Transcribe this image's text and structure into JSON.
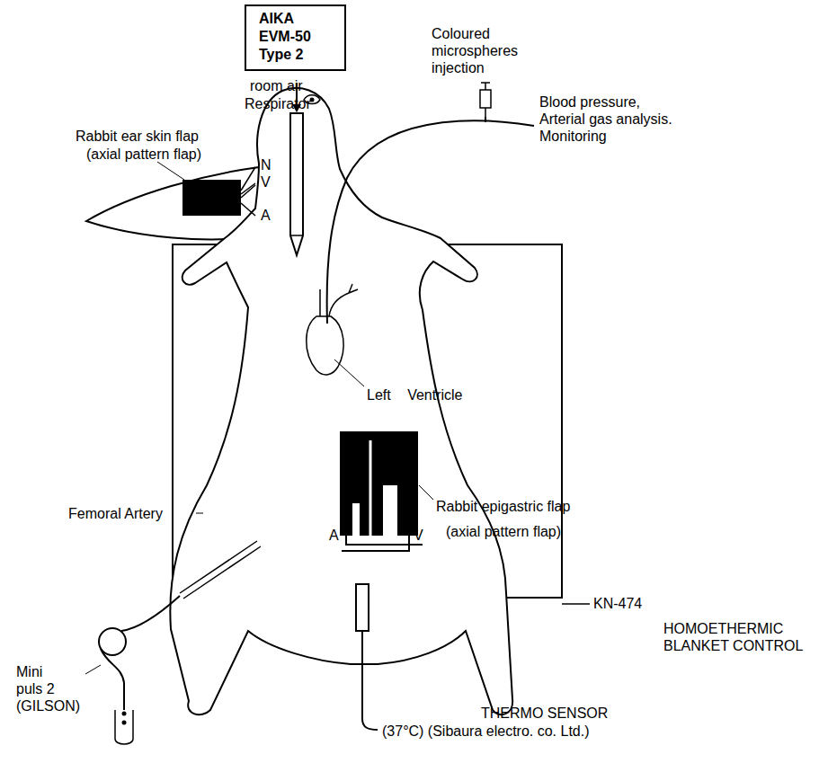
{
  "diagram": {
    "nodes": [
      {
        "text": [
          "AIKA EVM-50 Type 2"
        ]
      }
    ],
    "labels": [
      "room air",
      "Respirator",
      "Coloured microspheres injection",
      "Blood pressure, Arterial gas analysis. Monitoring",
      "Rabbit ear skin flap",
      "(axial pattern flap)",
      "N",
      "V",
      "A",
      "Left Ventricle",
      "Rabbit epigastric flap",
      "(axial pattern flap)",
      "A",
      "V",
      "Femoral Artery",
      "KN-474",
      "HOMOETHERMIC BLANKET CONTROL",
      "Mini puls 2 (GILSON)",
      "THERMO SENSOR",
      "(37°C) (Sibaura electro. co. Ltd.)"
    ]
  }
}
